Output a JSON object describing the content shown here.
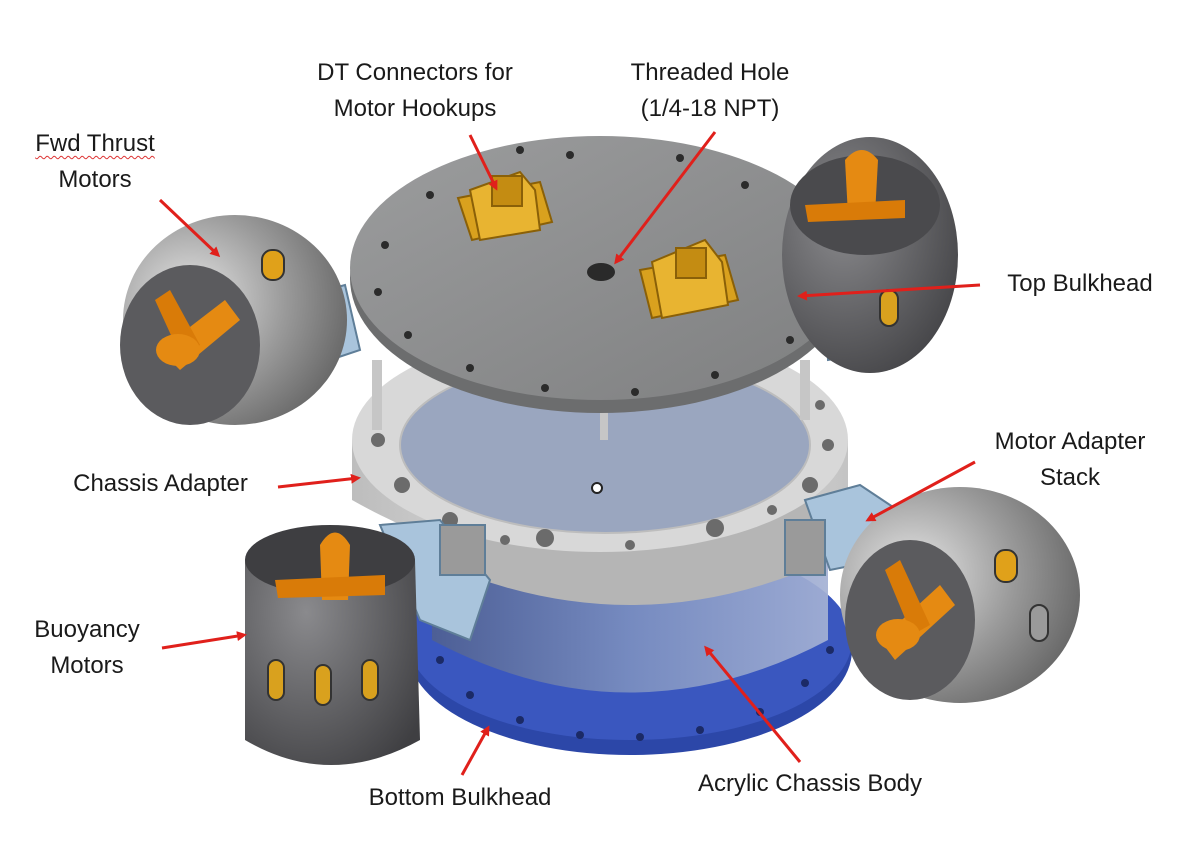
{
  "labels": {
    "dt_connectors": [
      "DT Connectors for",
      "Motor Hookups"
    ],
    "threaded_hole": [
      "Threaded Hole",
      "(1/4-18 NPT)"
    ],
    "fwd_thrust": [
      "Fwd Thrust",
      "Motors"
    ],
    "top_bulkhead": "Top Bulkhead",
    "chassis_adapter": "Chassis Adapter",
    "motor_adapter_stack": [
      "Motor Adapter",
      "Stack"
    ],
    "buoyancy_motors": [
      "Buoyancy",
      "Motors"
    ],
    "bottom_bulkhead": "Bottom Bulkhead",
    "acrylic_body": "Acrylic Chassis Body"
  },
  "colors": {
    "arrow": "#e0201b",
    "plate_gray": "#8a8b8c",
    "adapter_gray": "#c9c9c9",
    "acrylic_blue": "#6a7fb0",
    "bottom_blue": "#2c47a8",
    "connector_gold": "#d9a11e",
    "propeller_orange": "#e58a12",
    "motor_dark": "#5b5b5e",
    "adapter_blue": "#a9c4dc"
  }
}
